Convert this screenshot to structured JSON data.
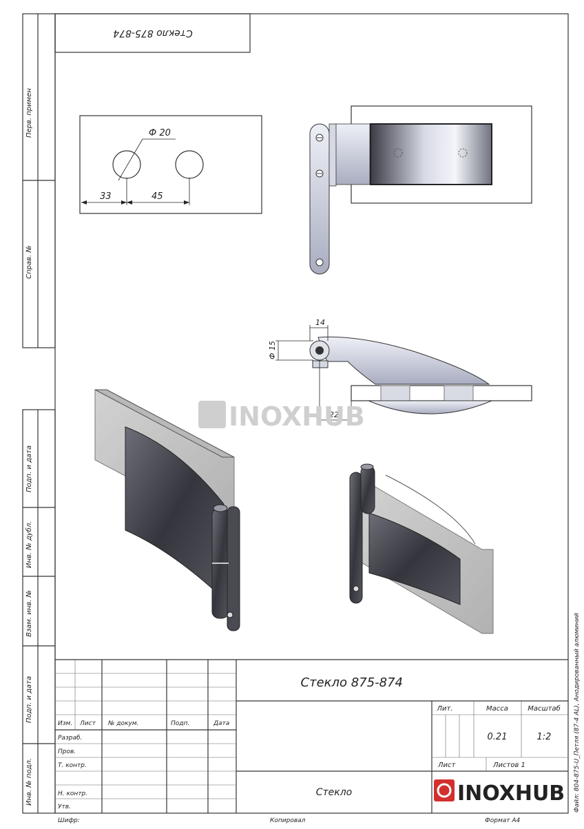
{
  "header_stamp": "Стекло 875-874",
  "side_labels": [
    "Перв. примен",
    "Справ. №",
    "Подп. и дата",
    "Инв. № дубл.",
    "Взам. инв. №",
    "Подп. и дата",
    "Инв. № подл."
  ],
  "dimensions": {
    "hole_diameter": "Ф 20",
    "offset_edge": "33",
    "hole_spacing": "45",
    "pin_width": "14",
    "pin_diameter": "Ф 15",
    "glass_offset": "22"
  },
  "watermark": "INOXHUB",
  "title_block": {
    "designation": "Стекло 875-874",
    "name": "Стекло",
    "headers": {
      "izm": "Изм.",
      "list": "Лист",
      "doc": "№ докум.",
      "podp": "Подп.",
      "data": "Дата"
    },
    "rows": [
      "Разраб.",
      "Пров.",
      "Т. контр.",
      "Н. контр.",
      "Утв."
    ],
    "lit_label": "Лит.",
    "mass_label": "Масса",
    "scale_label": "Масштаб",
    "mass_value": "0.21",
    "scale_value": "1:2",
    "sheet_label": "Лист",
    "sheets_label": "Листов 1",
    "company": "INOXHUB"
  },
  "footer": {
    "shifr": "Шифр:",
    "copied": "Копировал",
    "format": "Формат A4"
  },
  "right_note": "Файл: 804-875-U_Петля (87-4 AL), Анодированный алюминий"
}
